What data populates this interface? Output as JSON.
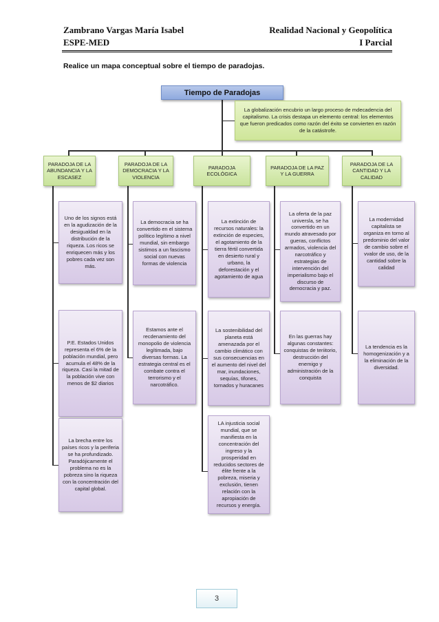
{
  "header": {
    "author": "Zambrano Vargas María Isabel",
    "course": "Realidad Nacional y Geopolítica",
    "institution": "ESPE-MED",
    "partial": "I Parcial"
  },
  "instruction": "Realice un mapa conceptual sobre el tiempo de paradojas.",
  "map": {
    "title": "Tiempo de Paradojas",
    "note": "La globalización encubrio un largo proceso de mdecadencia del capitalismo. La crisis destapa un elemento central: los elementos que fueron predicados como razón del éxito se convierten en razón de la catástrofe.",
    "categories": [
      {
        "label": "PARADOJA DE LA ABUNDANCIA Y LA ESCASEZ",
        "items": [
          "Uno de los signos está en la agudización de la desigualdad en la distribución de la riqueza. Los ricos se enriquecen más y los pobres cada vez son más.",
          "P.E. Estados Unidos representa el 6% de la población mundial, pero acumula el 48% de la riqueza. Casi la mitad de la población vive con menos de $2 diarios",
          "La brecha entre los países ricos y la periferia se ha profundizado. Paradójicamente el problema no es la pobreza sino la riqueza con la concentración del capital global."
        ]
      },
      {
        "label": "PARADOJA DE LA DEMOCRACIA Y LA VIOLENCIA",
        "items": [
          "La democracia se ha convertido en el sistema político legítimo a nivel mundial, sin embargo sistimos a un fascismo social con nuevas formas de violencia",
          "Estamos ante el recdenamiento del monopolio de violencia legítimada, bajo diversas formas. La estrategia central es el combate contra el terrorismo y el narcotráfico."
        ]
      },
      {
        "label": "PARADOJA ECOLÓGICA",
        "items": [
          "La extinción de recursos naturales: la extinción de especies, el agotamiento de la tierra fértil convertida en desierto rural y urbano, la deforestación y el agotamiento de agua",
          "La sostenibilidad del planeta está amenazada por el cambio climático con sus consecuencias en el aumento del nivel del mar, inundaciones, sequías, tifones, tornados y huracanes",
          "LA injusticia social mundial, que se manifiesta en la concentración del ingreso y la prosperidad en reducidos sectores de élite frente a la pobreza, miseria y exclusión, tienen relación con la apropiación de recursos y energía."
        ]
      },
      {
        "label": "PARADOJA DE LA PAZ Y LA GUERRA",
        "items": [
          "La oferta de la paz universla, se ha convertido en un mundo atravesado por gueras, conflictos armados, violencia del narcotráfico y estrategias de intervención del imperialismo bajo el discurso de democracia y paz.",
          "En las guerras hay algunas constantes: conquistas de teriitorio, destrucción del enemigo y administración de la conquista"
        ]
      },
      {
        "label": "PARADOJA DE LA CANTIDAD Y LA CALIDAD",
        "items": [
          "La modernidad capitalista se organiza en torno al predominio del valor de cambio sobre el vvalor de uso, de la cantidad sobre la calidad",
          "La tendencia es la homogenización y a la eliminación de la diversidad."
        ]
      }
    ]
  },
  "footer": {
    "page_number": "3"
  }
}
